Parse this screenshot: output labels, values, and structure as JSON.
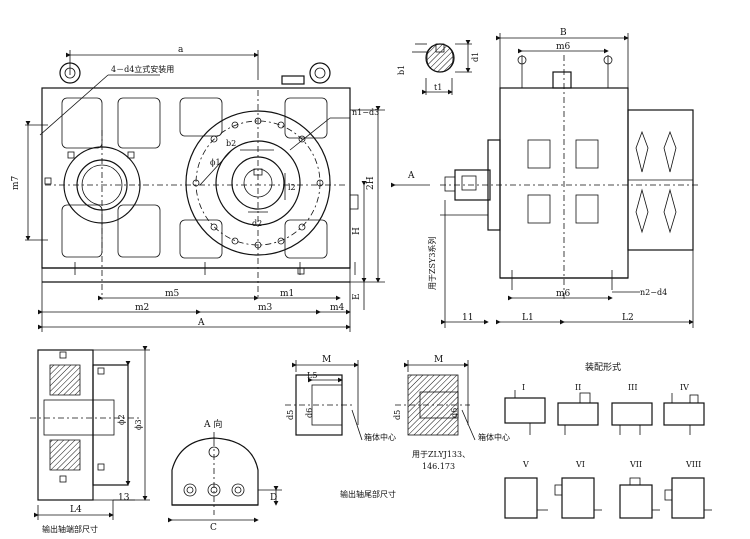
{
  "front_view": {
    "dim_a": "a",
    "note_mount": "4－d4立式安装用",
    "note_n1d3": "n1−d3",
    "dim_b2": "b2",
    "dim_phi1": "ϕ1",
    "dim_l2": "l2",
    "dim_d2": "d2",
    "dim_m7": "m7",
    "dim_2H": "2H",
    "dim_H": "H",
    "dim_E": "E",
    "dim_m5": "m5",
    "dim_m1": "m1",
    "dim_m2": "m2",
    "dim_m3": "m3",
    "dim_m4": "m4",
    "dim_A": "A",
    "arrow_A": "A"
  },
  "shaft_key": {
    "dim_b1": "b1",
    "dim_d1": "d1",
    "dim_t1": "t1"
  },
  "side_view": {
    "dim_B": "B",
    "dim_m6_top": "m6",
    "dim_m6_bottom": "m6",
    "note_series": "用于ZSY3系列",
    "dim_n2d4": "n2−d4",
    "dim_11": "11",
    "dim_L1": "L1",
    "dim_L2": "L2"
  },
  "output_end": {
    "dim_phi2": "ϕ2",
    "dim_phi3": "ϕ3",
    "dim_L4": "L4",
    "dim_13": "13",
    "caption": "输出轴端部尺寸"
  },
  "a_view": {
    "title": "A 向",
    "dim_C": "C",
    "dim_D": "D"
  },
  "tail_shaft": {
    "dim_M": "M",
    "dim_L5": "L5",
    "dim_d5": "d5",
    "dim_d6": "d6",
    "note_center": "箱体中心",
    "caption": "输出轴尾部尺寸"
  },
  "tail_shaft2": {
    "dim_M": "M",
    "dim_d5": "d5",
    "dim_d6": "d6",
    "note_center": "箱体中心",
    "note_for_line1": "用于ZLYJ133、",
    "note_for_line2": "146.173"
  },
  "assembly": {
    "title": "装配形式",
    "forms": [
      "I",
      "II",
      "III",
      "IV",
      "V",
      "VI",
      "VII",
      "VIII"
    ]
  }
}
